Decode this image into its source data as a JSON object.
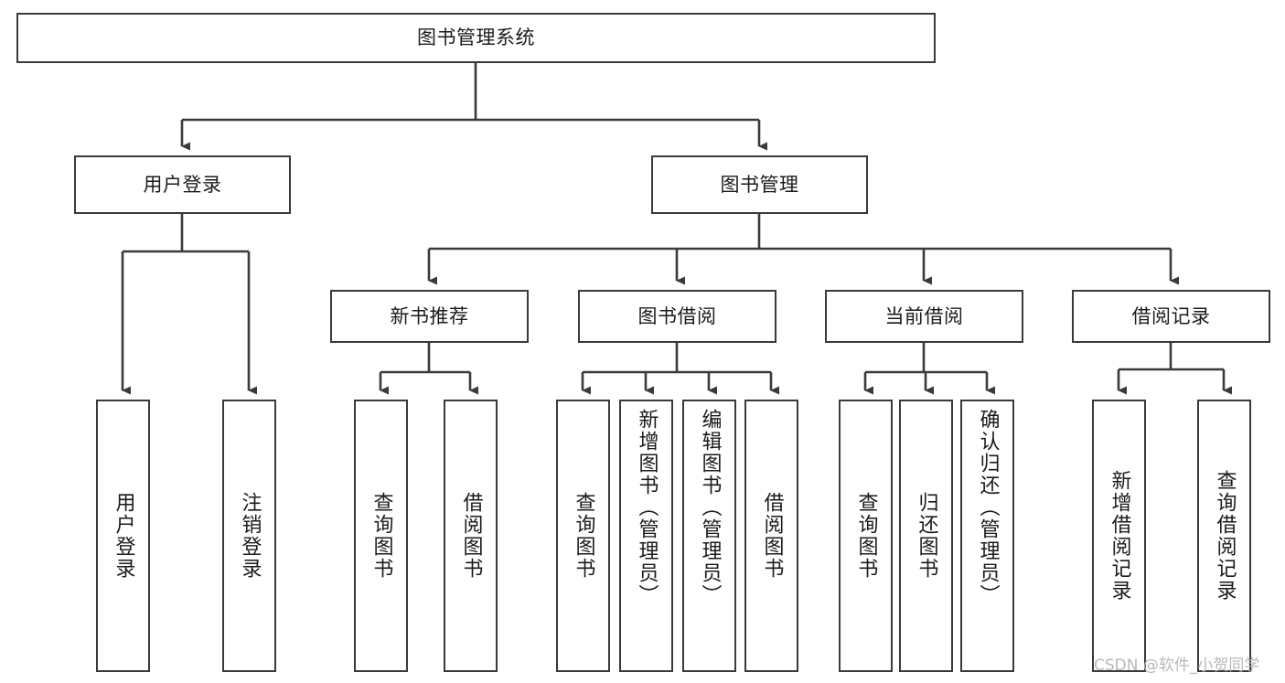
{
  "diagram": {
    "type": "tree-hierarchy",
    "title": "图书管理系统",
    "watermark": "CSDN @软件_小贺同学",
    "colors": {
      "box_border": "#3a3a3a",
      "box_fill": "#ffffff",
      "connector": "#3a3a3a",
      "text": "#1b1b1b",
      "watermark": "#b9b9b9",
      "background": "#ffffff"
    },
    "root": {
      "label": "图书管理系统"
    },
    "level1": [
      {
        "label": "用户登录"
      },
      {
        "label": "图书管理"
      }
    ],
    "level2": [
      {
        "label": "新书推荐"
      },
      {
        "label": "图书借阅"
      },
      {
        "label": "当前借阅"
      },
      {
        "label": "借阅记录"
      }
    ],
    "leaves": {
      "user_login": [
        {
          "label": "用户登录"
        },
        {
          "label": "注销登录"
        }
      ],
      "new_book_recommend": [
        {
          "label": "查询图书"
        },
        {
          "label": "借阅图书"
        }
      ],
      "book_borrow": [
        {
          "label": "查询图书"
        },
        {
          "label": "新增图书（管理员）"
        },
        {
          "label": "编辑图书（管理员）"
        },
        {
          "label": "借阅图书"
        }
      ],
      "current_borrow": [
        {
          "label": "查询图书"
        },
        {
          "label": "归还图书"
        },
        {
          "label": "确认归还（管理员）"
        }
      ],
      "borrow_record": [
        {
          "label": "新增借阅记录"
        },
        {
          "label": "查询借阅记录"
        }
      ]
    }
  }
}
